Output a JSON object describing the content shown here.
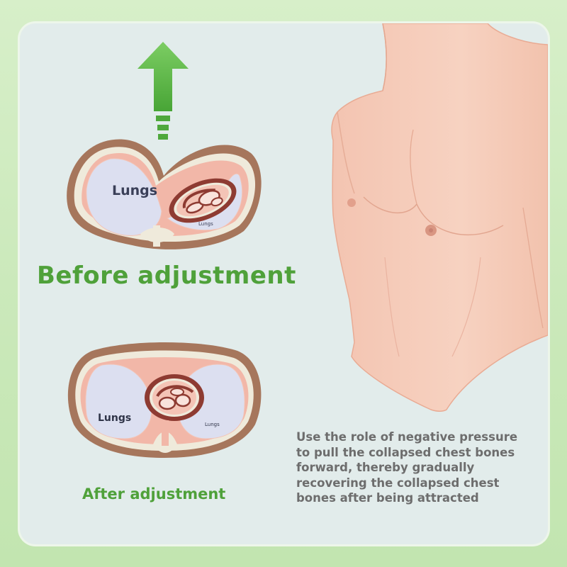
{
  "before": {
    "title": "Before adjustment",
    "lung_left_label": "Lungs",
    "lung_right_label": "Lungs"
  },
  "after": {
    "title": "After adjustment",
    "lung_left_label": "Lungs",
    "lung_right_label": "Lungs"
  },
  "description": {
    "lines": [
      "Use the role of negative pressure",
      "to pull the collapsed chest bones",
      "forward, thereby gradually",
      "recovering the collapsed chest",
      "bones after being attracted"
    ]
  },
  "icons": {
    "arrow": "up-arrow-icon"
  },
  "colors": {
    "accent_green": "#4fa13a",
    "arrow_green": "#5fb84a",
    "skin": "#f6cdbb",
    "body_wall": "#a6765c",
    "lung": "#dcdff0",
    "heart_outline": "#8e3b32",
    "text_gray": "#6d6d6d"
  }
}
